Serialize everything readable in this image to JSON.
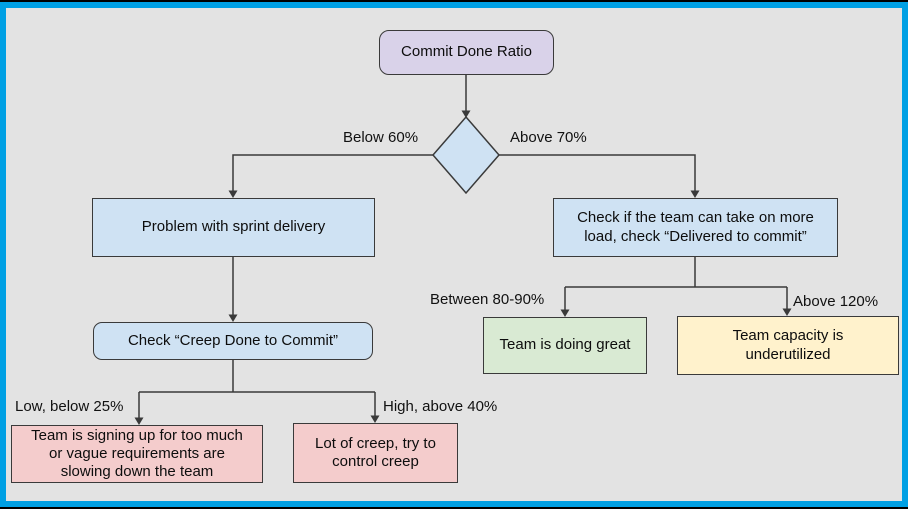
{
  "frame": {
    "border_color": "#00a0e4",
    "edge_color": "#000000",
    "background": "#e3e3e3"
  },
  "flowchart": {
    "line_color": "#3a3a3a",
    "nodes": {
      "root": {
        "label": "Commit Done Ratio",
        "fill": "#d9d2e9"
      },
      "decision": {
        "fill": "#cfe2f3"
      },
      "problem": {
        "label": "Problem with sprint delivery",
        "fill": "#cfe2f3"
      },
      "check_load": {
        "label": "Check if the team can take on more\nload, check “Delivered to commit”",
        "fill": "#cfe2f3"
      },
      "check_creep": {
        "label": "Check “Creep Done to Commit”",
        "fill": "#cfe2f3"
      },
      "doing_great": {
        "label": "Team is doing great",
        "fill": "#d9ead3"
      },
      "underutilized": {
        "label": "Team capacity is\nunderutilized",
        "fill": "#fff2cc"
      },
      "too_much": {
        "label": "Team is signing up for too much\nor vague requirements are\nslowing down the team",
        "fill": "#f4cccc"
      },
      "lot_of_creep": {
        "label": "Lot of creep, try to\ncontrol creep",
        "fill": "#f4cccc"
      }
    },
    "edge_labels": {
      "below_60": "Below 60%",
      "above_70": "Above 70%",
      "between_80_90": "Between 80-90%",
      "above_120": "Above 120%",
      "low_below_25": "Low, below 25%",
      "high_above_40": "High, above 40%"
    }
  }
}
